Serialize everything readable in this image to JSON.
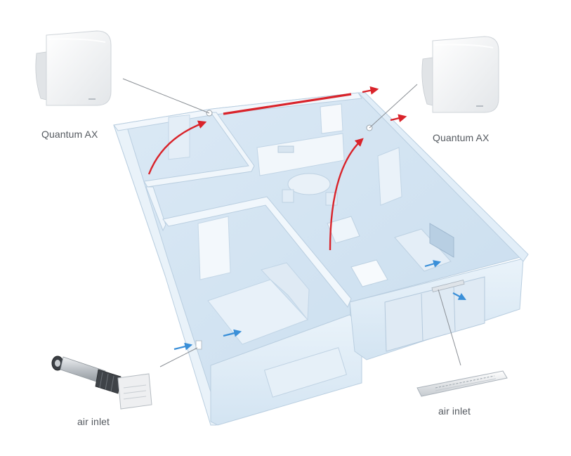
{
  "labels": {
    "fan_left": "Quantum AX",
    "fan_right": "Quantum AX",
    "inlet_left": "air inlet",
    "inlet_right": "air inlet"
  },
  "colors": {
    "exhaust_air": "#d9232a",
    "supply_air": "#3a8fd8",
    "room_fill": "#d8e8f4",
    "wall_fill": "#eef5fb",
    "wall_edge": "#b9cee0",
    "fan_body": "#f4f5f6",
    "callout_line": "#8a8f95"
  },
  "icons": [
    "quantum-ax-fan-icon",
    "wall-air-inlet-icon",
    "window-air-inlet-icon"
  ]
}
